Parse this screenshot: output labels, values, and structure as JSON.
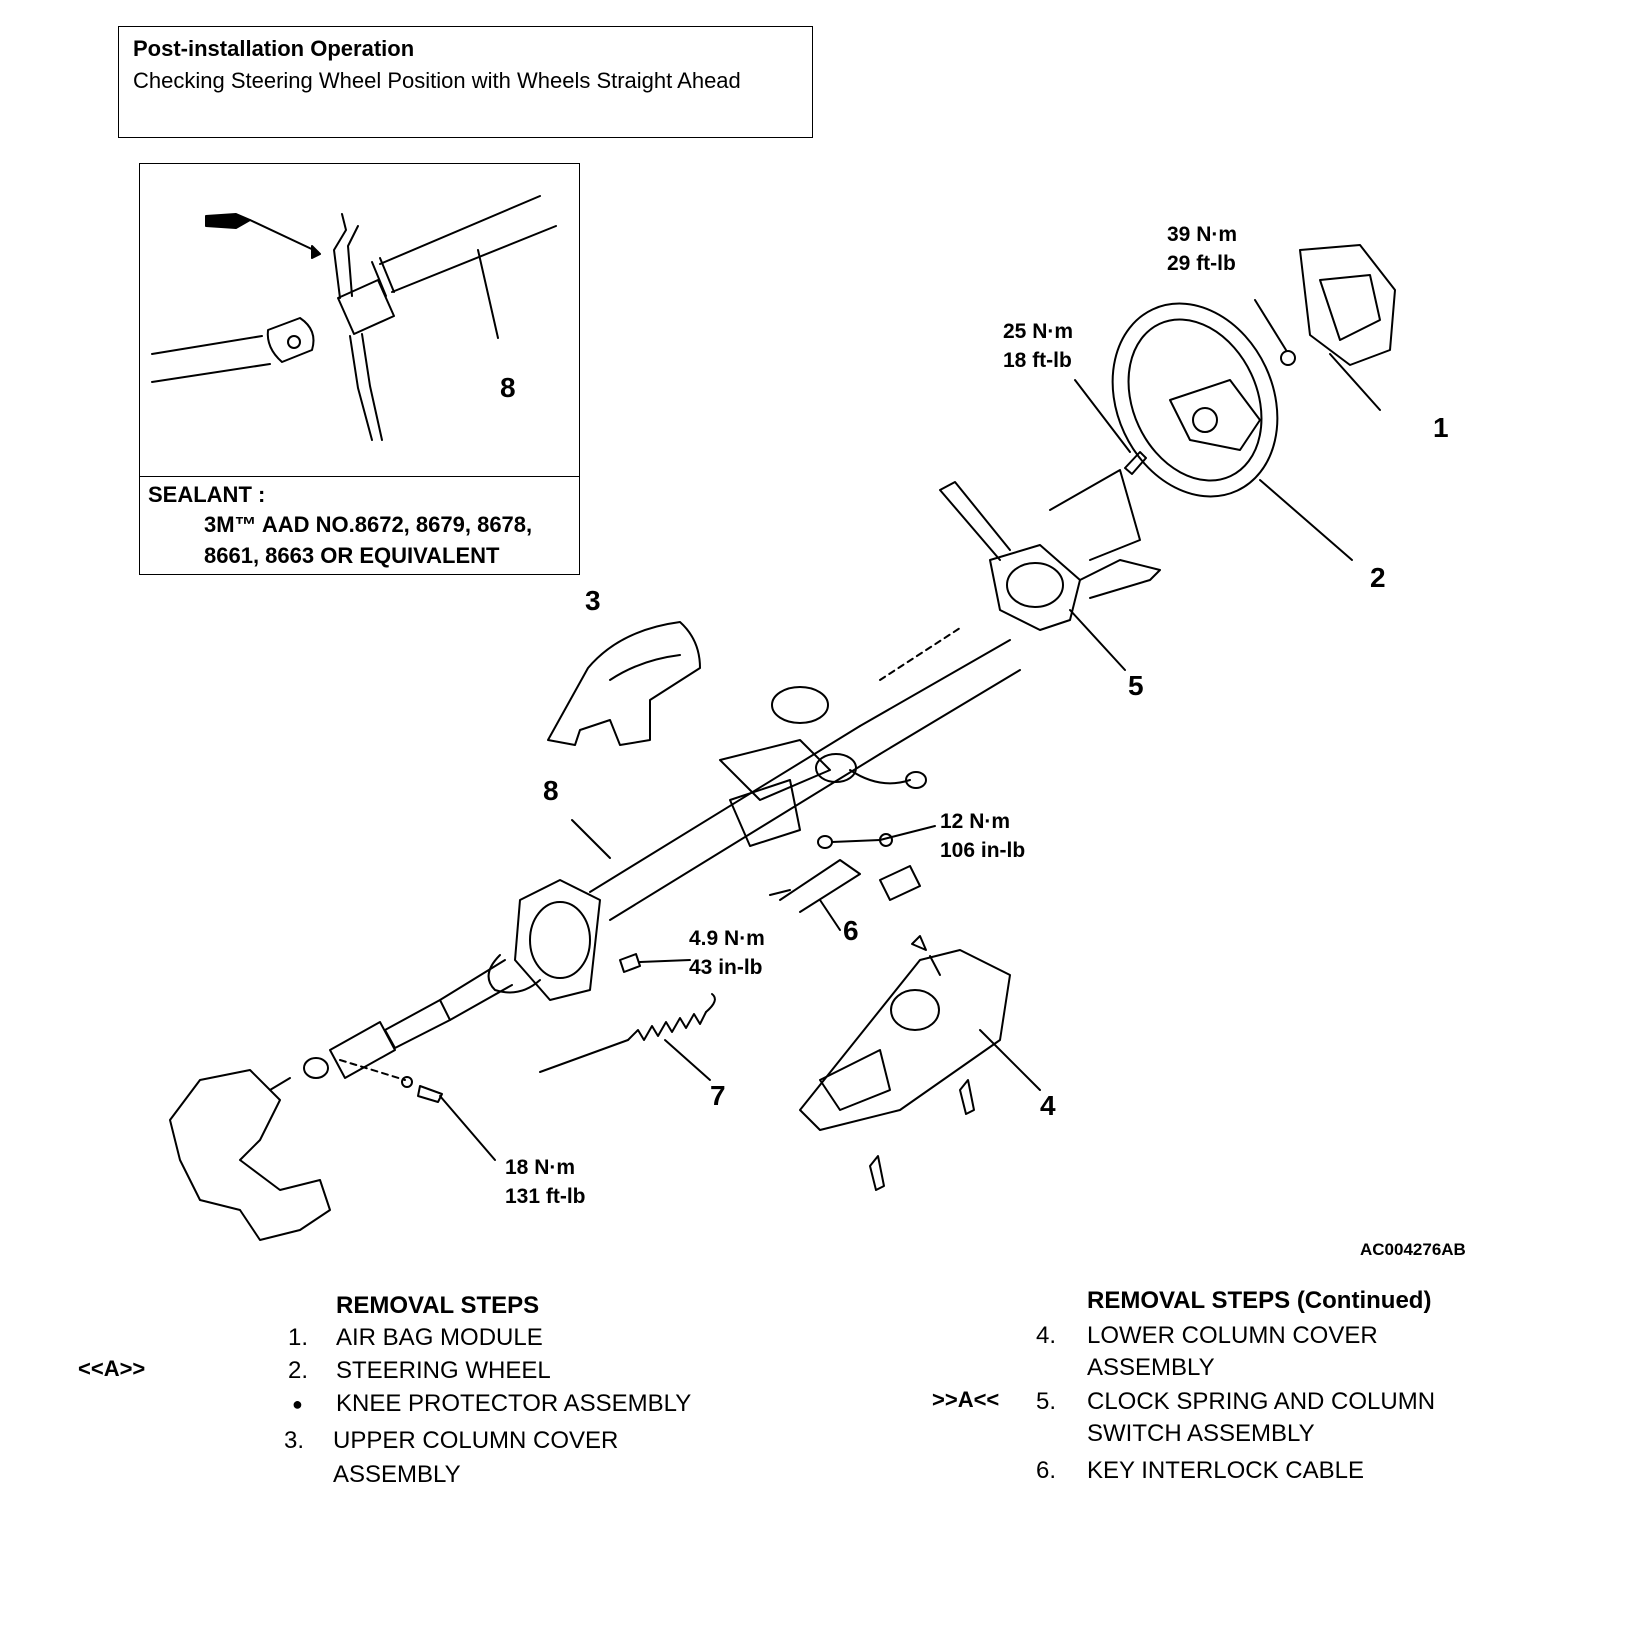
{
  "post_installation": {
    "title": "Post-installation Operation",
    "body": "Checking Steering Wheel Position with Wheels Straight Ahead"
  },
  "inset": {
    "callout": "8",
    "sealant_label": "SEALANT :",
    "sealant_line1": "3M™ AAD NO.8672, 8679, 8678,",
    "sealant_line2": "8661, 8663 OR EQUIVALENT"
  },
  "torques": {
    "t1": {
      "nm": "39 N·m",
      "imp": "29 ft-lb"
    },
    "t2": {
      "nm": "25 N·m",
      "imp": "18 ft-lb"
    },
    "t3": {
      "nm": "12 N·m",
      "imp": "106 in-lb"
    },
    "t4": {
      "nm": "4.9 N·m",
      "imp": "43 in-lb"
    },
    "t5": {
      "nm": "18 N·m",
      "imp": "131 ft-lb"
    }
  },
  "callouts": {
    "c1": "1",
    "c2": "2",
    "c3": "3",
    "c4": "4",
    "c5": "5",
    "c6": "6",
    "c7": "7",
    "c8": "8"
  },
  "figure_id": "AC004276AB",
  "removal_steps": {
    "heading": "REMOVAL STEPS",
    "items": [
      {
        "num": "1.",
        "text": "AIR BAG MODULE",
        "marker": ""
      },
      {
        "num": "2.",
        "text": "STEERING WHEEL",
        "marker": "<<A>>"
      },
      {
        "num": "●",
        "text": "KNEE PROTECTOR ASSEMBLY",
        "marker": ""
      },
      {
        "num": "3.",
        "text": "UPPER COLUMN COVER",
        "text2": "ASSEMBLY",
        "marker": ""
      }
    ]
  },
  "removal_steps_continued": {
    "heading": "REMOVAL STEPS (Continued)",
    "items": [
      {
        "num": "4.",
        "text": "LOWER COLUMN COVER",
        "text2": "ASSEMBLY",
        "marker": ""
      },
      {
        "num": "5.",
        "text": "CLOCK SPRING AND COLUMN",
        "text2": "SWITCH ASSEMBLY",
        "marker": ">>A<<"
      },
      {
        "num": "6.",
        "text": "KEY INTERLOCK CABLE",
        "marker": ""
      }
    ]
  }
}
